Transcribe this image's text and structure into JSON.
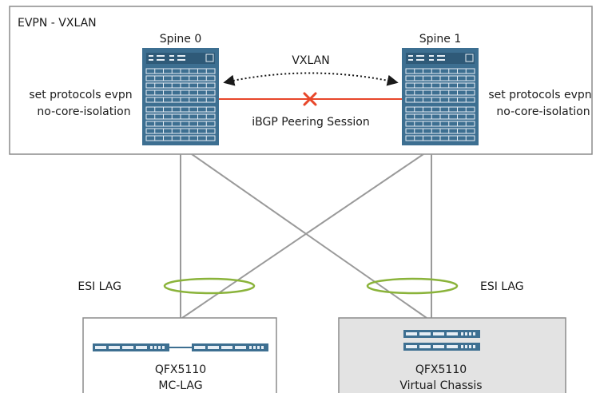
{
  "domain_region": {
    "label": "EVPN - VXLAN"
  },
  "spines": [
    {
      "name": "Spine 0",
      "config_line1": "set protocols evpn",
      "config_line2": "no-core-isolation"
    },
    {
      "name": "Spine 1",
      "config_line1": "set protocols evpn",
      "config_line2": "no-core-isolation"
    }
  ],
  "links": {
    "overlay_label": "VXLAN",
    "peering_label": "iBGP Peering Session",
    "failure_marker": "x-mark",
    "failure_color": "#e8472a",
    "peering_color": "#e8472a"
  },
  "lags": [
    {
      "label": "ESI LAG"
    },
    {
      "label": "ESI LAG"
    }
  ],
  "leaf_groups": [
    {
      "model": "QFX5110",
      "mode": "MC-LAG"
    },
    {
      "model": "QFX5110",
      "mode": "Virtual Chassis"
    }
  ],
  "colors": {
    "device_fill": "#3d6f91",
    "device_panel": "#e6eef5",
    "lag_ring": "#8ab33a",
    "link_gray": "#9a9a9a",
    "box_border": "#8c8c8c",
    "vc_box_fill": "#e3e3e3"
  }
}
